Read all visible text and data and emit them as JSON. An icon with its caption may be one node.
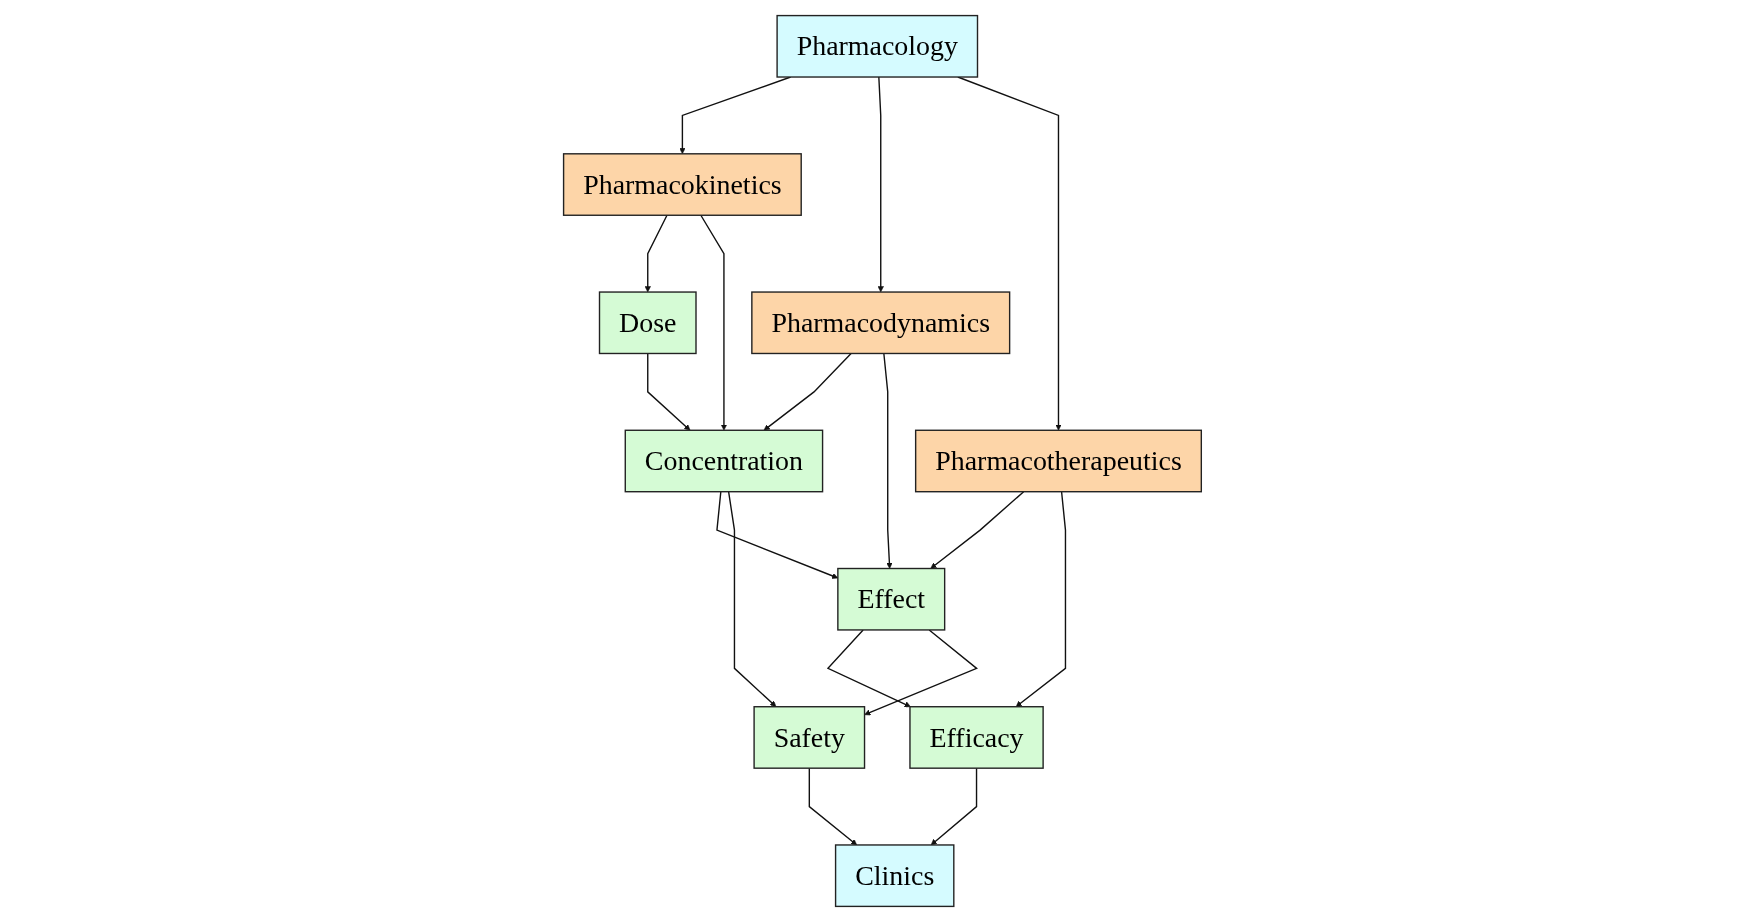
{
  "diagram": {
    "nodes": [
      {
        "text": [
          "Pharmacology"
        ]
      },
      {
        "text": [
          "Pharmacokinetics"
        ]
      },
      {
        "text": [
          "Pharmacodynamics"
        ]
      },
      {
        "text": [
          "Pharmacotherapeutics"
        ]
      },
      {
        "text": [
          "Dose"
        ]
      },
      {
        "text": [
          "Concentration"
        ]
      },
      {
        "text": [
          "Effect"
        ]
      },
      {
        "text": [
          "Efficacy"
        ]
      },
      {
        "text": [
          "Safety"
        ]
      },
      {
        "text": [
          "Clinics"
        ]
      }
    ],
    "edges": [
      {
        "from": 0,
        "to": 1,
        "arrow": "to"
      },
      {
        "from": 0,
        "to": 2,
        "arrow": "to"
      },
      {
        "from": 0,
        "to": 3,
        "arrow": "to"
      },
      {
        "from": 1,
        "to": 4,
        "arrow": "to"
      },
      {
        "from": 1,
        "to": 5,
        "arrow": "to"
      },
      {
        "from": 2,
        "to": 5,
        "arrow": "to"
      },
      {
        "from": 2,
        "to": 6,
        "arrow": "to"
      },
      {
        "from": 3,
        "to": 6,
        "arrow": "to"
      },
      {
        "from": 3,
        "to": 7,
        "arrow": "to"
      },
      {
        "from": 4,
        "to": 5,
        "arrow": "to"
      },
      {
        "from": 5,
        "to": 6,
        "arrow": "to"
      },
      {
        "from": 6,
        "to": 7,
        "arrow": "to"
      },
      {
        "from": 5,
        "to": 8,
        "arrow": "to"
      },
      {
        "from": 6,
        "to": 8,
        "arrow": "to"
      },
      {
        "from": 7,
        "to": 9,
        "arrow": "to"
      },
      {
        "from": 8,
        "to": 9,
        "arrow": "to"
      }
    ]
  }
}
